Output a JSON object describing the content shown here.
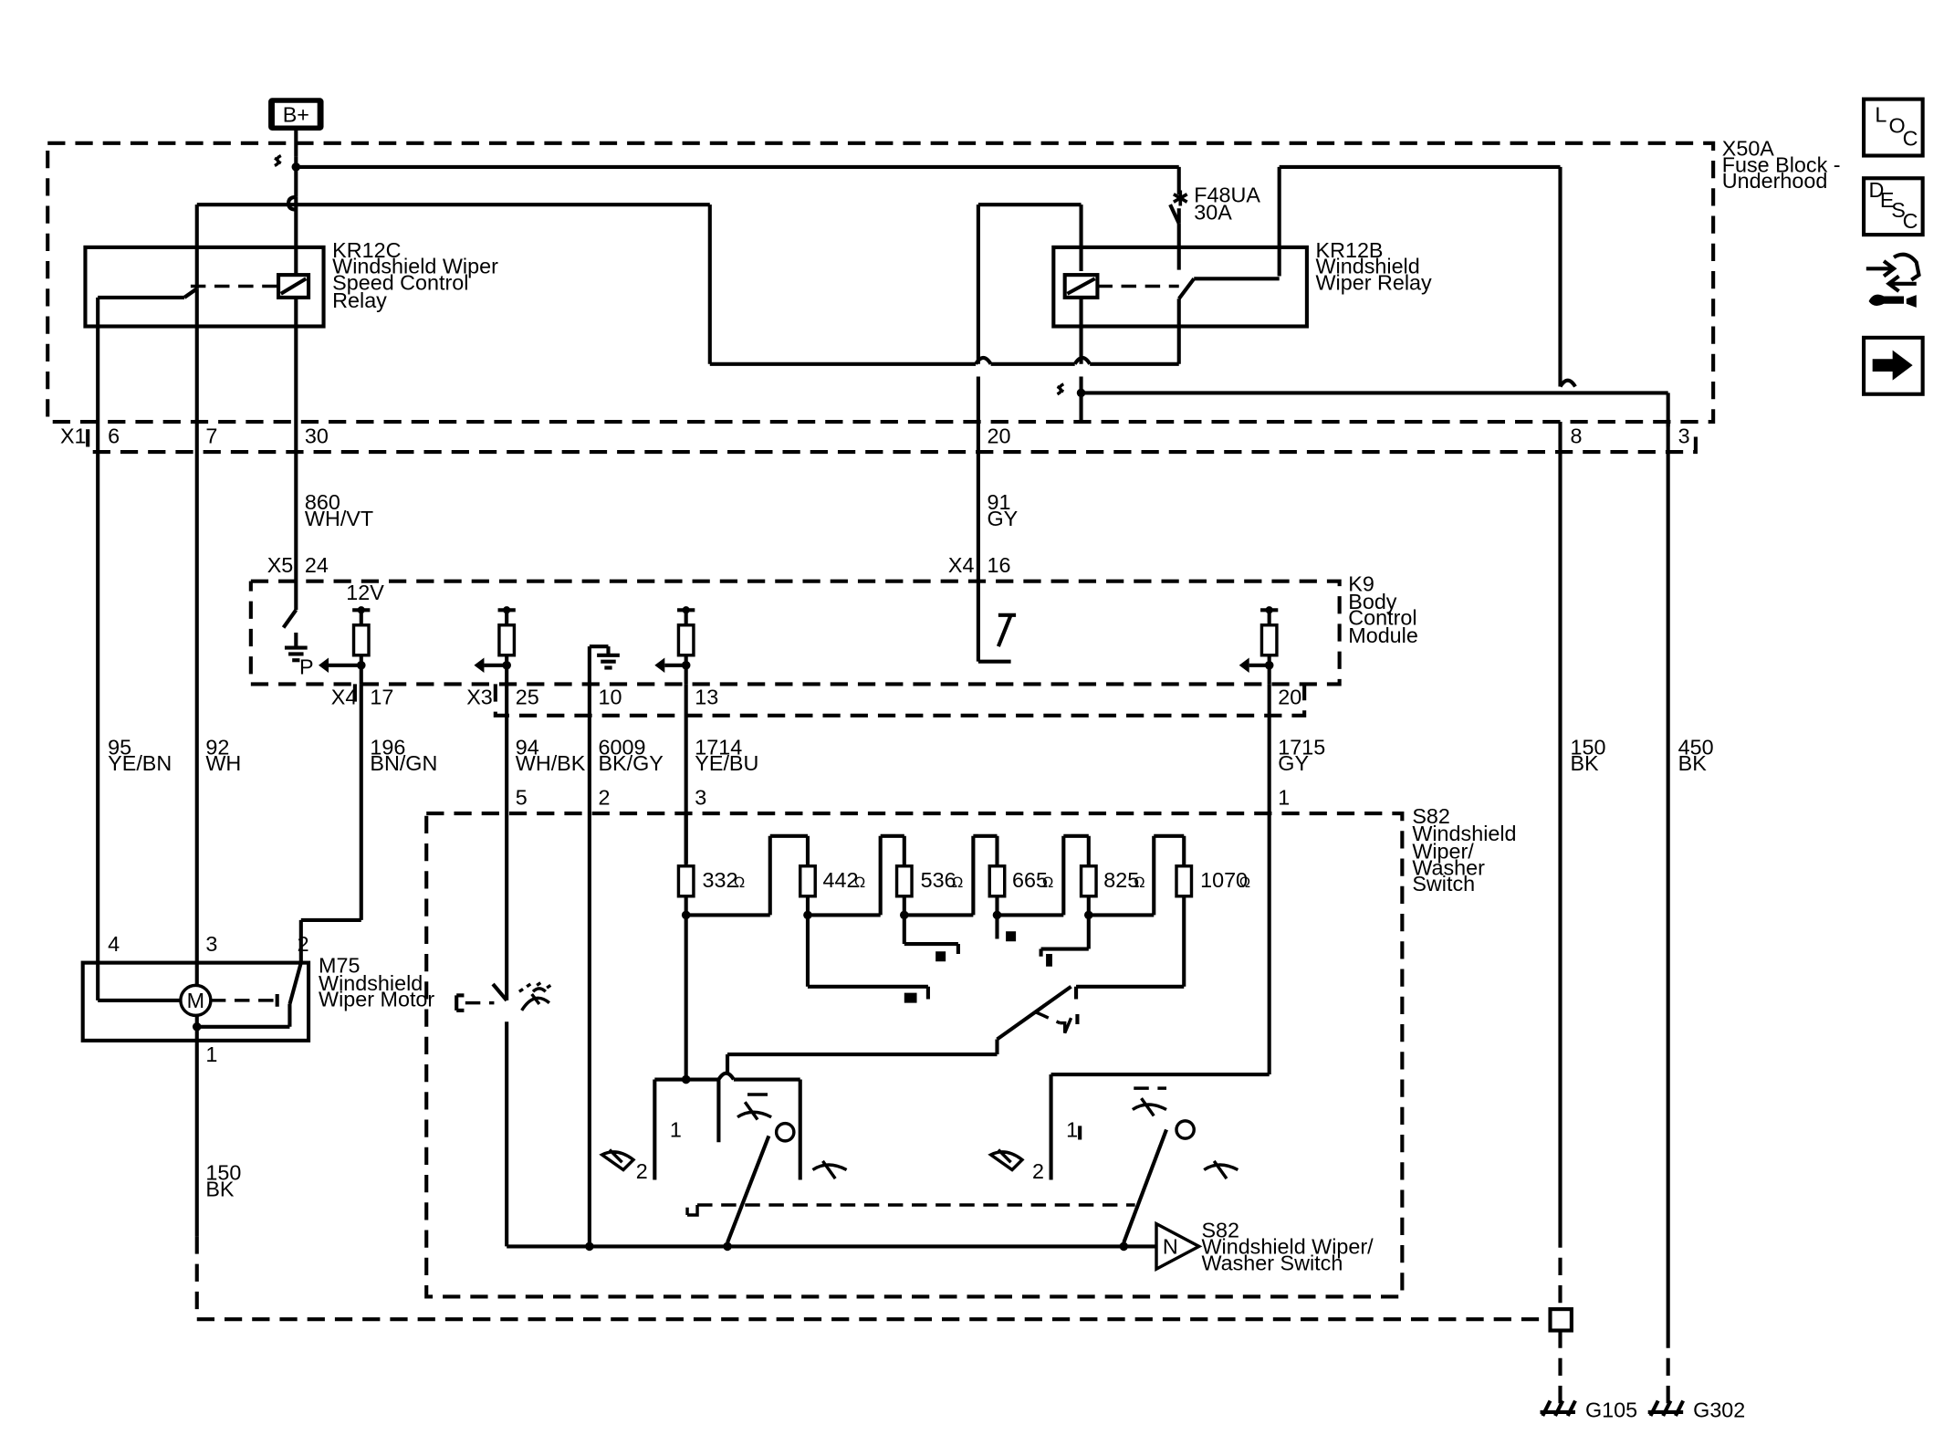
{
  "power": {
    "label": "B+"
  },
  "fuse_block": {
    "connector": "X50A",
    "name_line1": "Fuse Block -",
    "name_line2": "Underhood"
  },
  "fuse": {
    "name": "F48UA",
    "rating": "30A"
  },
  "relay_kr12c": {
    "line1": "KR12C",
    "line2": "Windshield Wiper",
    "line3": "Speed Control",
    "line4": "Relay"
  },
  "relay_kr12b": {
    "line1": "KR12B",
    "line2": "Windshield",
    "line3": "Wiper Relay"
  },
  "connector_x1": {
    "name": "X1",
    "pins": [
      "6",
      "7",
      "30",
      "20",
      "8",
      "3"
    ]
  },
  "wires": {
    "w860": {
      "circuit": "860",
      "color": "WH/VT"
    },
    "w91": {
      "circuit": "91",
      "color": "GY"
    },
    "w95": {
      "circuit": "95",
      "color": "YE/BN"
    },
    "w92": {
      "circuit": "92",
      "color": "WH"
    },
    "w196": {
      "circuit": "196",
      "color": "BN/GN"
    },
    "w94": {
      "circuit": "94",
      "color": "WH/BK"
    },
    "w6009": {
      "circuit": "6009",
      "color": "BK/GY"
    },
    "w1714": {
      "circuit": "1714",
      "color": "YE/BU"
    },
    "w1715": {
      "circuit": "1715",
      "color": "GY"
    },
    "w150a": {
      "circuit": "150",
      "color": "BK"
    },
    "w450": {
      "circuit": "450",
      "color": "BK"
    },
    "w150b": {
      "circuit": "150",
      "color": "BK"
    }
  },
  "bcm": {
    "line1": "K9",
    "line2": "Body",
    "line3": "Control",
    "line4": "Module",
    "x5": "X5",
    "x5_pin": "24",
    "x4_top": "X4",
    "x4_top_pin": "16",
    "volt": "12V",
    "p": "P",
    "x4_bot": "X4",
    "x4_bot_pin": "17",
    "x3": "X3",
    "pin25": "25",
    "pin10": "10",
    "pin13": "13",
    "pin20": "20"
  },
  "switch": {
    "line1": "S82",
    "line2": "Windshield",
    "line3": "Wiper/",
    "line4": "Washer",
    "line5": "Switch",
    "pin5": "5",
    "pin2": "2",
    "pin3": "3",
    "pin1": "1",
    "resistors": [
      "332",
      "442",
      "536",
      "665",
      "825",
      "1070"
    ],
    "ohm": "Ω",
    "pos1a": "1",
    "pos2a": "2",
    "pos1b": "1",
    "pos2b": "2",
    "n": "N",
    "bottom_line1": "S82",
    "bottom_line2": "Windshield Wiper/",
    "bottom_line3": "Washer Switch"
  },
  "motor": {
    "line1": "M75",
    "line2": "Windshield",
    "line3": "Wiper Motor",
    "symbol": "M",
    "pin4": "4",
    "pin3": "3",
    "pin2": "2",
    "pin1": "1"
  },
  "grounds": {
    "g1": "G105",
    "g2": "G302"
  },
  "nav": {
    "loc": [
      "L",
      "O",
      "C"
    ],
    "desc": [
      "D",
      "E",
      "S",
      "C"
    ]
  }
}
